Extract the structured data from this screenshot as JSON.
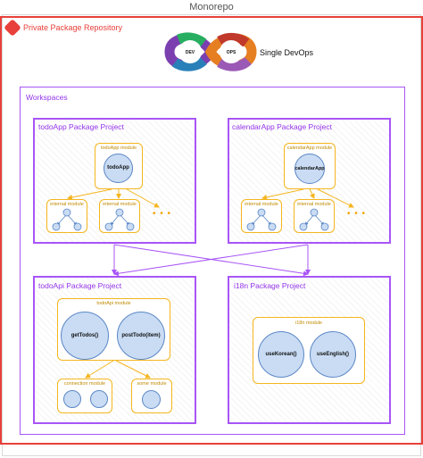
{
  "monorepo_label": "Monorepo",
  "repo_label": "Private Package Repository",
  "devops": {
    "label": "Single DevOps",
    "dev": "DEV",
    "ops": "OPS",
    "colors": [
      "#8e44ad",
      "#27ae60",
      "#2980b9",
      "#e67e22",
      "#c0392b",
      "#9b59b6"
    ]
  },
  "workspaces_label": "Workspaces",
  "projects": {
    "todoApp": {
      "label": "todoApp Package Project",
      "module_label": "todoApp module",
      "module_item": "todoApp",
      "internal_label_1": "internal module",
      "internal_label_2": "internal module",
      "more": "• • •"
    },
    "calendarApp": {
      "label": "calendarApp Package Project",
      "module_label": "calendarApp module",
      "module_item": "calendarApp",
      "internal_label_1": "internal module",
      "internal_label_2": "internal module",
      "more": "• • •"
    },
    "todoApi": {
      "label": "todoApi Package Project",
      "module_label": "todoApi module",
      "item_1": "getTodos()",
      "item_2": "postTodo(item)",
      "sub_label_1": "connection module",
      "sub_label_2": "some module"
    },
    "i18n": {
      "label": "i18n Package Project",
      "module_label": "i18n module",
      "item_1": "useKorean()",
      "item_2": "useEnglish()"
    }
  },
  "colors": {
    "repo_border": "#e8403a",
    "project_border": "#a855f7",
    "module_border": "#f5b51e",
    "circle_fill": "#c9dcf4"
  }
}
